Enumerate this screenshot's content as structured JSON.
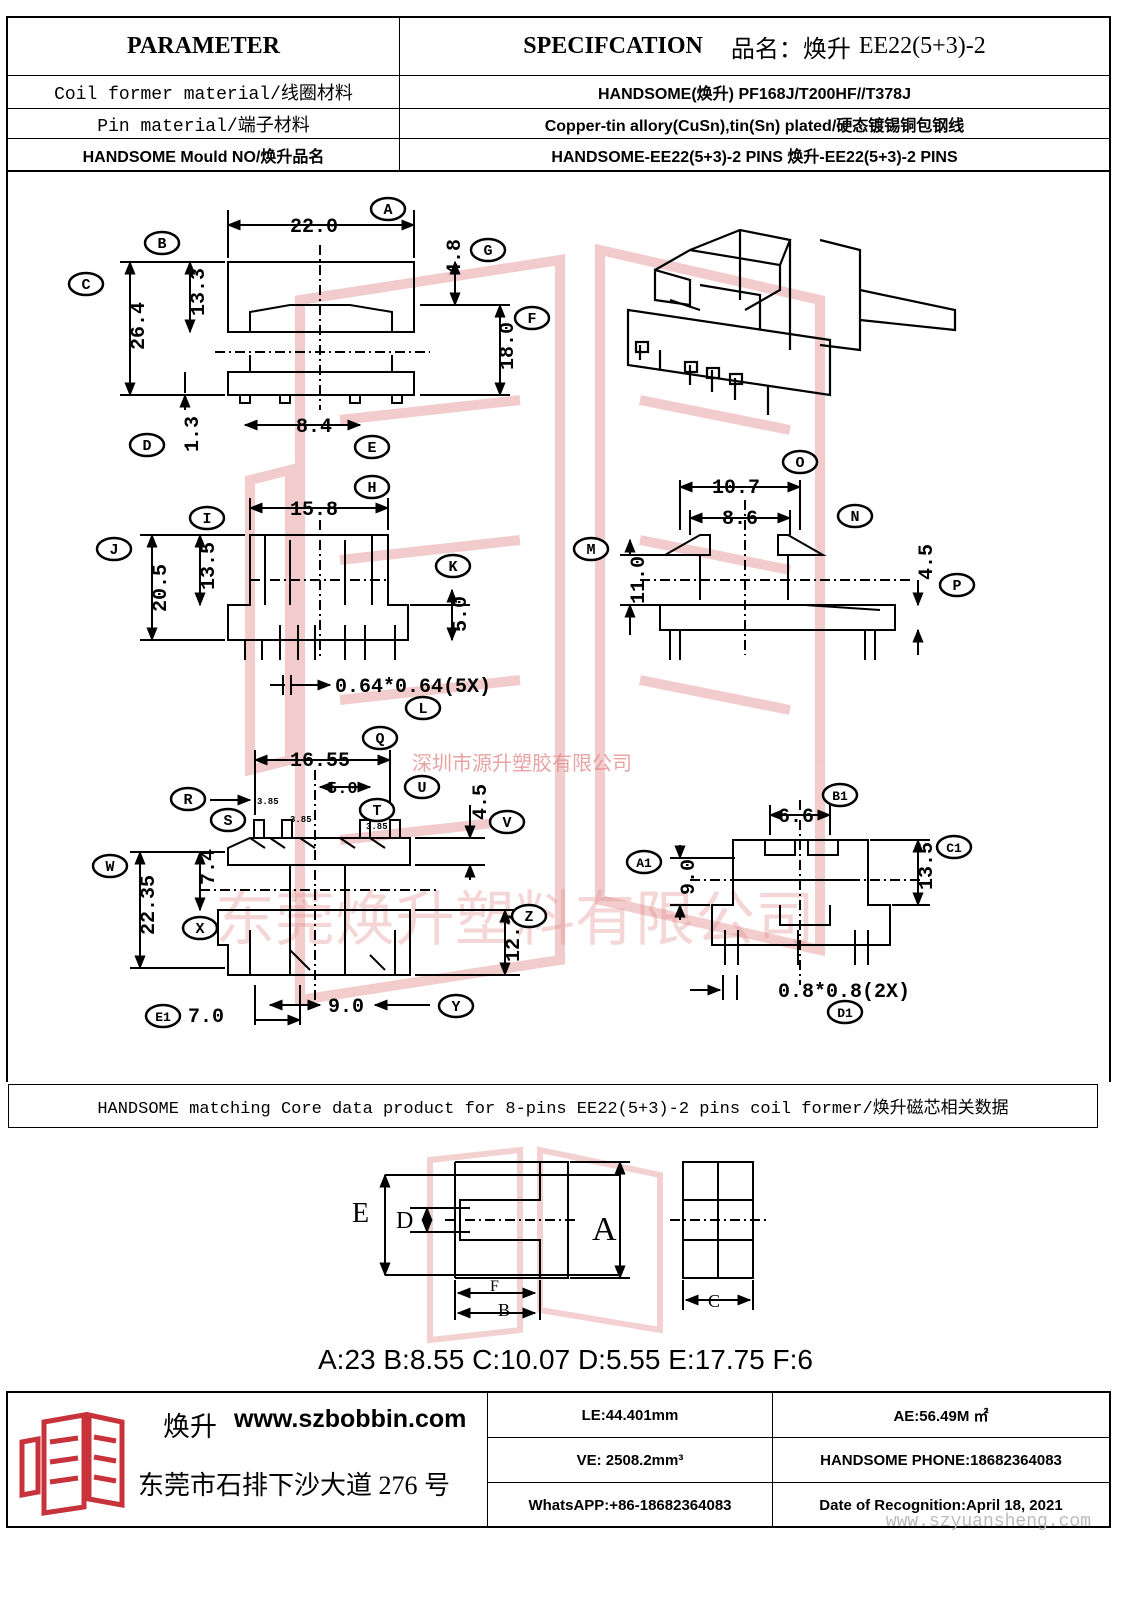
{
  "header": {
    "parameter": "PARAMETER",
    "spec_label": "SPECIFCATION",
    "name_label": "品名：焕升",
    "model": "EE22(5+3)-2",
    "rows": [
      {
        "label": "Coil former material/线圈材料",
        "value": "HANDSOME(焕升)  PF168J/T200HF//T378J"
      },
      {
        "label": "Pin material/端子材料",
        "value": "Copper-tin allory(CuSn),tin(Sn) plated/硬态镀锡铜包钢线"
      },
      {
        "label": "HANDSOME Mould NO/焕升品名",
        "value": "HANDSOME-EE22(5+3)-2 PINS    焕升-EE22(5+3)-2 PINS"
      }
    ]
  },
  "drawing": {
    "dims": {
      "A": "22.0",
      "B": "13.3",
      "C": "26.4",
      "D": "1.3",
      "E": "8.4",
      "F": "18.0",
      "G": "4.8",
      "H": "15.8",
      "I": "13.5",
      "J": "20.5",
      "K": "5.0",
      "L": "0.64*0.64(5X)",
      "O": "10.7",
      "N": "8.6",
      "M": "11.0",
      "P": "4.5",
      "Q": "16.55",
      "U": "5.0",
      "R": "3.85",
      "S": "3.85",
      "T": "3.85",
      "V": "4.5",
      "W": "7.4",
      "X": "22.35",
      "Z": "12.2",
      "Y": "9.0",
      "E1": "7.0",
      "B1": "6.6",
      "A1": "9.0",
      "C1": "13.5",
      "D1": "0.8*0.8(2X)"
    },
    "letters": [
      "A",
      "B",
      "C",
      "D",
      "E",
      "F",
      "G",
      "H",
      "I",
      "J",
      "K",
      "L",
      "M",
      "N",
      "O",
      "P",
      "Q",
      "R",
      "S",
      "T",
      "U",
      "V",
      "W",
      "X",
      "Y",
      "Z",
      "E1",
      "A1",
      "B1",
      "C1",
      "D1"
    ],
    "watermark_cn1": "深圳市源升塑胶有限公司",
    "watermark_cn2": "东莞焕升塑料有限公司"
  },
  "core": {
    "title": "HANDSOME matching Core data  product for 8-pins EE22(5+3)-2 pins coil former/焕升磁芯相关数据",
    "labels": [
      "A",
      "B",
      "C",
      "D",
      "E",
      "F"
    ],
    "values_text": "A:23 B:8.55 C:10.07 D:5.55 E:17.75 F:6"
  },
  "footer": {
    "brand": "焕升",
    "website": "www.szbobbin.com",
    "address": "东莞市石排下沙大道 276 号",
    "le": "LE:44.401mm",
    "ae": "AE:56.49M ㎡",
    "ve": "VE: 2508.2mm³",
    "phone": "HANDSOME PHONE:18682364083",
    "whatsapp": "WhatsAPP:+86-18682364083",
    "date": "Date of Recognition:April 18, 2021",
    "watermark_url": "www.szyuansheng.com"
  },
  "colors": {
    "watermark": "#e9a3a3",
    "logo_red": "#c8323a"
  }
}
